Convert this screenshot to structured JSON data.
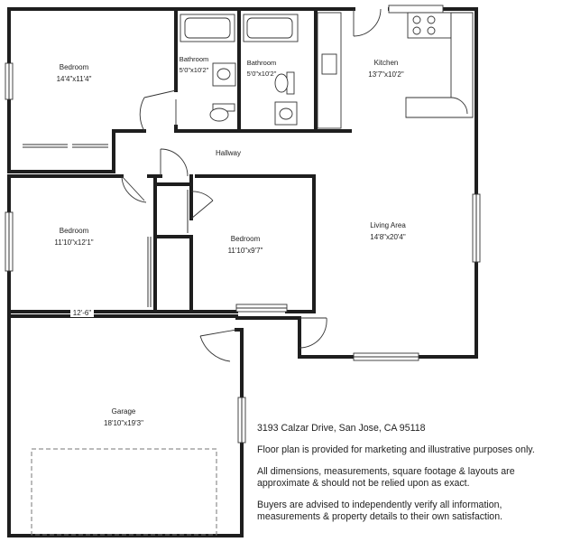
{
  "rooms": {
    "bedroom_1": {
      "name": "Bedroom",
      "dims": "14'4\"x11'4\""
    },
    "bathroom_1": {
      "name": "Bathroom",
      "dims": "5'0\"x10'2\""
    },
    "bathroom_2": {
      "name": "Bathroom",
      "dims": "5'0\"x10'2\""
    },
    "kitchen": {
      "name": "Kitchen",
      "dims": "13'7\"x10'2\""
    },
    "hallway": {
      "name": "Hallway"
    },
    "bedroom_2": {
      "name": "Bedroom",
      "dims": "11'10\"x12'1\""
    },
    "bedroom_3": {
      "name": "Bedroom",
      "dims": "11'10\"x9'7\""
    },
    "living_area": {
      "name": "Living Area",
      "dims": "14'8\"x20'4\""
    },
    "garage": {
      "name": "Garage",
      "dims": "18'10\"x19'3\""
    }
  },
  "dimension_label": "12'-6\"",
  "notes": {
    "address": "3193 Calzar Drive, San Jose, CA  95118",
    "disclaimer": "Floor plan is provided for marketing and illustrative purposes only.",
    "dimensions_note": "All dimensions, measurements, square footage & layouts are approximate & should not be relied upon as exact.",
    "verify_note": "Buyers are advised to independently verify all information, measurements & property details to their own satisfaction."
  }
}
